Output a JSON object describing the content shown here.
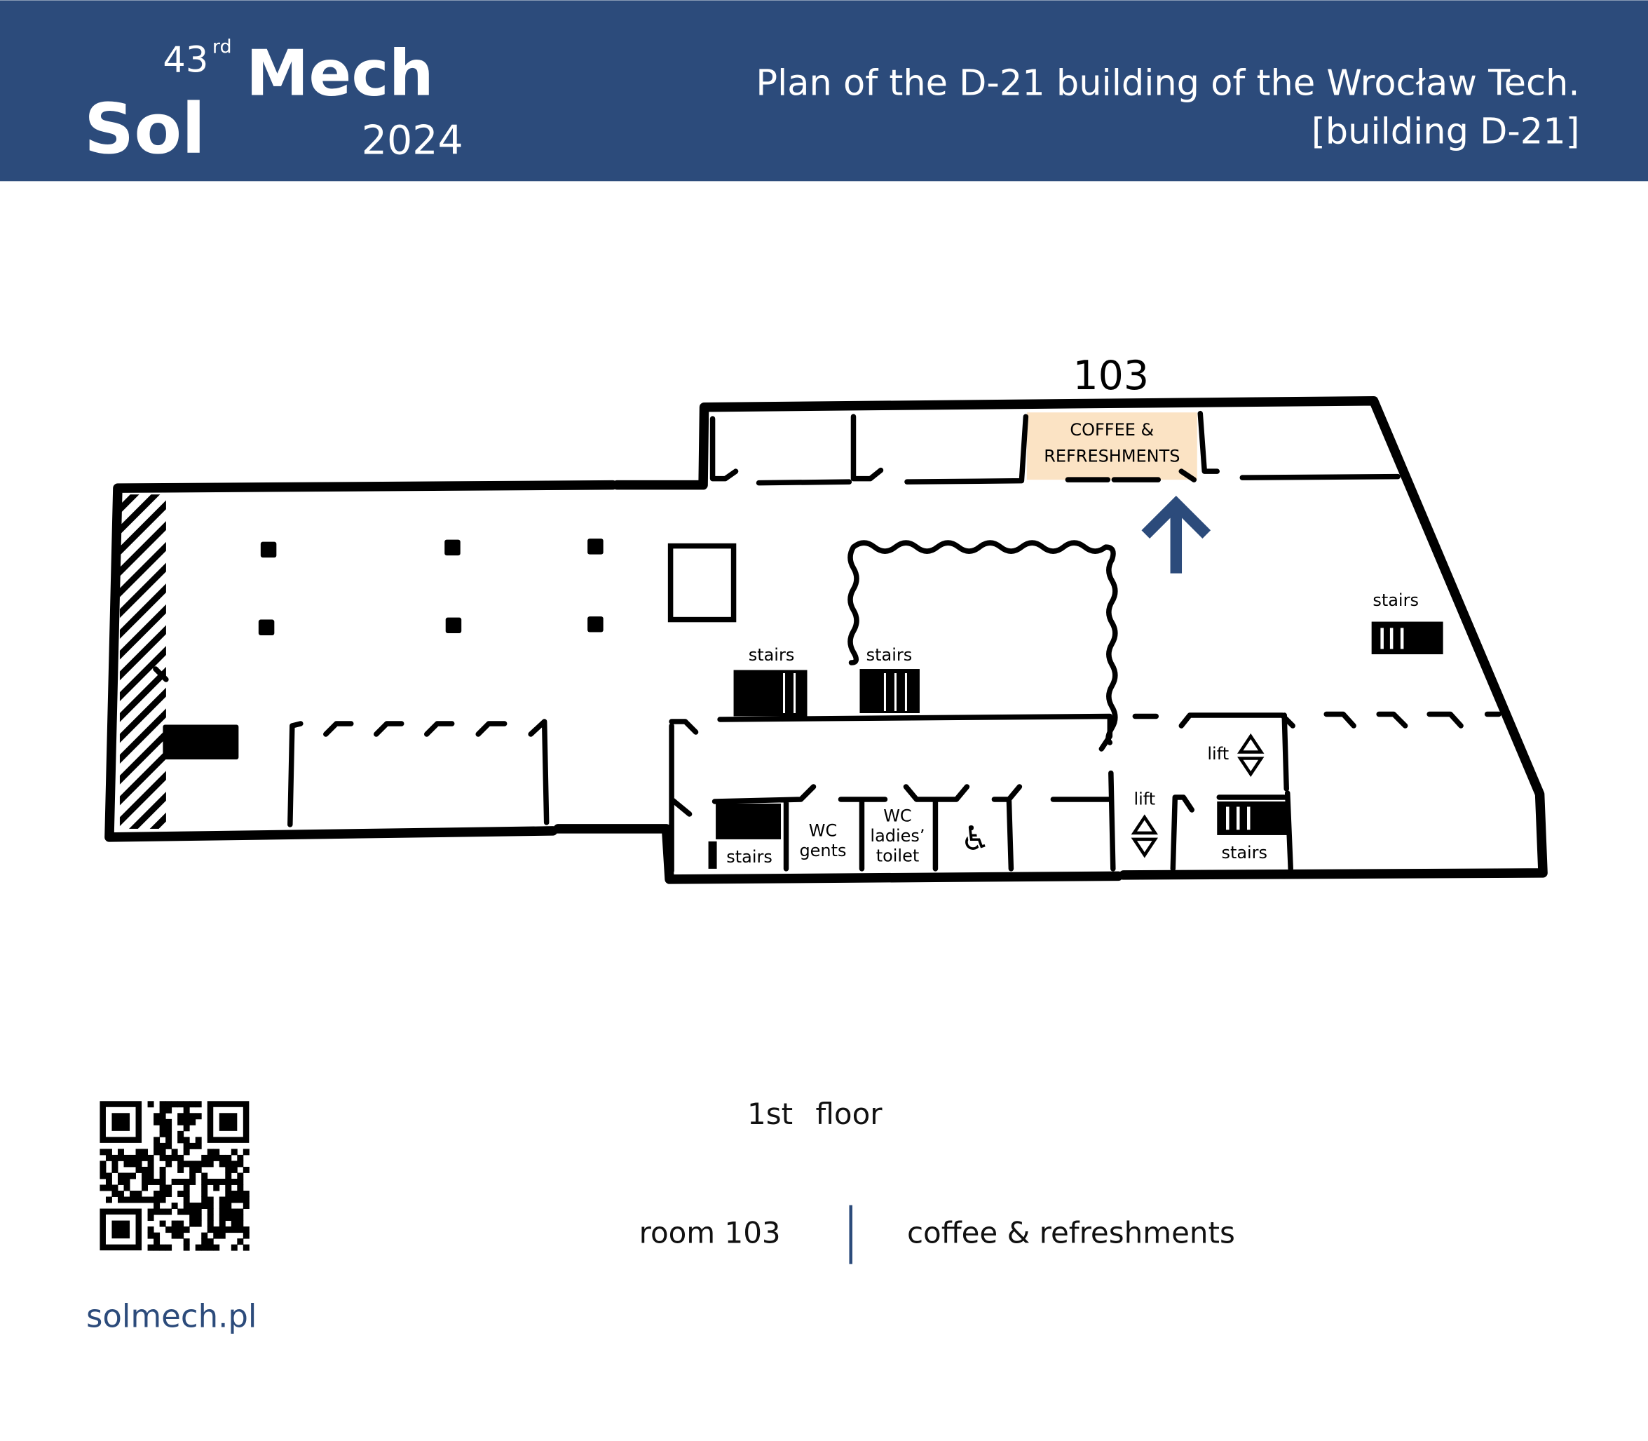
{
  "colors": {
    "header_bg": "#2c4b7b",
    "accent": "#2c4b7b",
    "coffee_fill": "#fbe3c4",
    "wall": "#000000"
  },
  "logo": {
    "sol": "Sol",
    "edition": "43",
    "edition_suffix": "rd",
    "mech": "Mech",
    "year": "2024"
  },
  "header": {
    "title_line1": "Plan of the D-21 building of the Wrocław Tech.",
    "title_line2": "[building D-21]"
  },
  "plan": {
    "room_number": "103",
    "coffee_line1": "COFFEE &",
    "coffee_line2": "REFRESHMENTS",
    "stairs": "stairs",
    "lift": "lift",
    "wc_gents_1": "WC",
    "wc_gents_2": "gents",
    "wc_ladies_1": "WC",
    "wc_ladies_2": "ladies’",
    "wc_ladies_3": "toilet",
    "icons": [
      "up-arrow-icon",
      "wheelchair-icon",
      "lift-up-down-icon"
    ]
  },
  "legend": {
    "floor_num": "1st",
    "floor_word": "floor",
    "room": "room 103",
    "coffee": "coffee & refreshments"
  },
  "footer": {
    "website": "solmech.pl"
  }
}
